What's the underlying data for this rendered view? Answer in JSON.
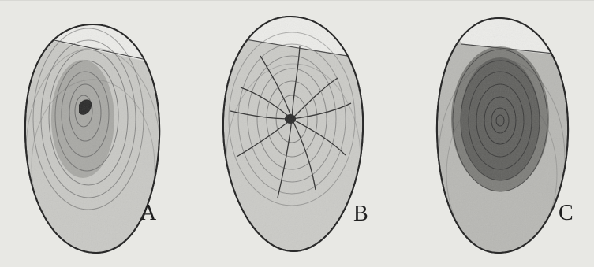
{
  "figures": [
    {
      "label": "A"
    },
    {
      "label": "B"
    },
    {
      "label": "C"
    }
  ],
  "colors": {
    "paper": "#e8e8e4",
    "outline": "#2a2a2a",
    "hatching": "#555555",
    "dark_core": "#262626"
  }
}
